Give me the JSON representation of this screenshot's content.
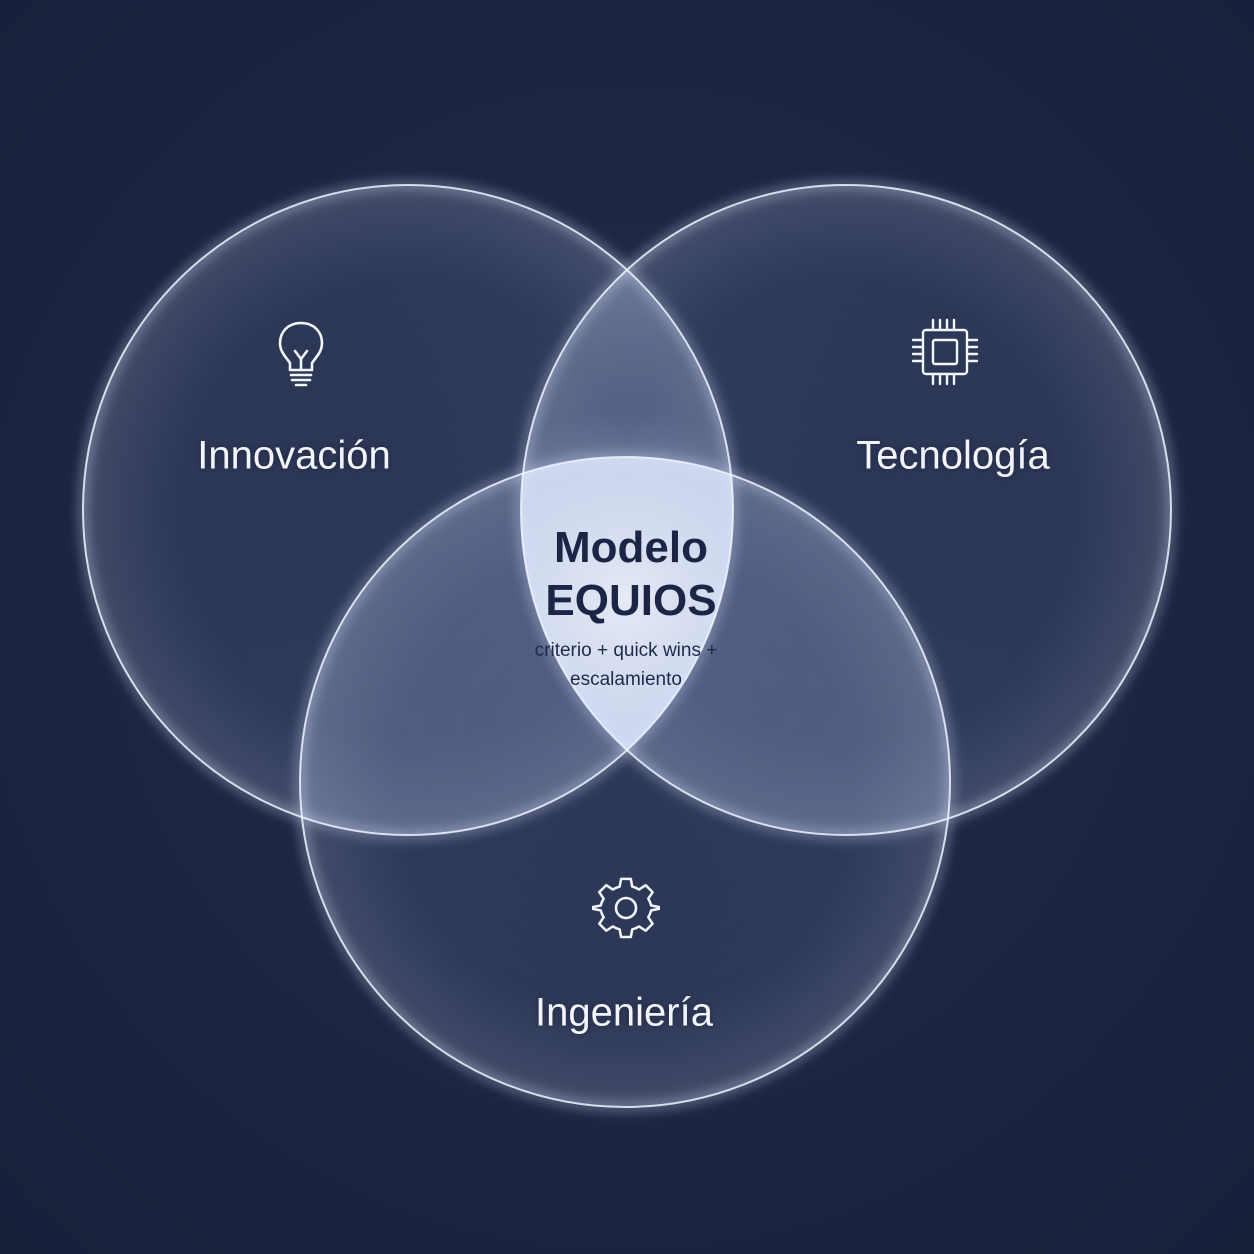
{
  "colors": {
    "background": "#1b2440",
    "circle_stroke": "#e8eeff",
    "center_text": "#1c2545",
    "label_text": "#f2f5fc"
  },
  "sets": [
    {
      "label": "Innovación",
      "icon": "lightbulb-icon"
    },
    {
      "label": "Tecnología",
      "icon": "chip-icon"
    },
    {
      "label": "Ingeniería",
      "icon": "gear-icon"
    }
  ],
  "center": {
    "title_line1": "Modelo",
    "title_line2": "EQUIOS",
    "subtitle_line1": "criterio + quick wins +",
    "subtitle_line2": "escalamiento"
  }
}
